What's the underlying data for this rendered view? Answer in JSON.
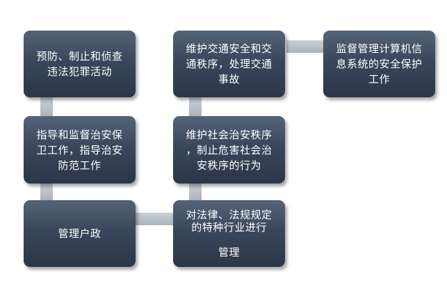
{
  "diagram": {
    "nodes": [
      {
        "id": "prevent_crime",
        "text": "预防、制止和侦查\n违法犯罪活动"
      },
      {
        "id": "guide_security",
        "text": "指导和监督治安保\n卫工作，指导治安\n防范工作"
      },
      {
        "id": "household_admin",
        "text": "管理户政"
      },
      {
        "id": "special_industry",
        "text": "对法律、法规规定\n的特种行业进行\n\n管理"
      },
      {
        "id": "social_order",
        "text": "维护社会治安秩序\n，制止危害社会治\n安秩序的行为"
      },
      {
        "id": "traffic_order",
        "text": "维护交通安全和交\n通秩序，处理交通\n事故"
      },
      {
        "id": "computer_security",
        "text": "监督管理计算机信\n息系统的安全保护\n工作"
      }
    ],
    "edges": [
      [
        "prevent_crime",
        "guide_security"
      ],
      [
        "guide_security",
        "household_admin"
      ],
      [
        "household_admin",
        "special_industry"
      ],
      [
        "special_industry",
        "social_order"
      ],
      [
        "social_order",
        "traffic_order"
      ],
      [
        "traffic_order",
        "computer_security"
      ]
    ]
  }
}
